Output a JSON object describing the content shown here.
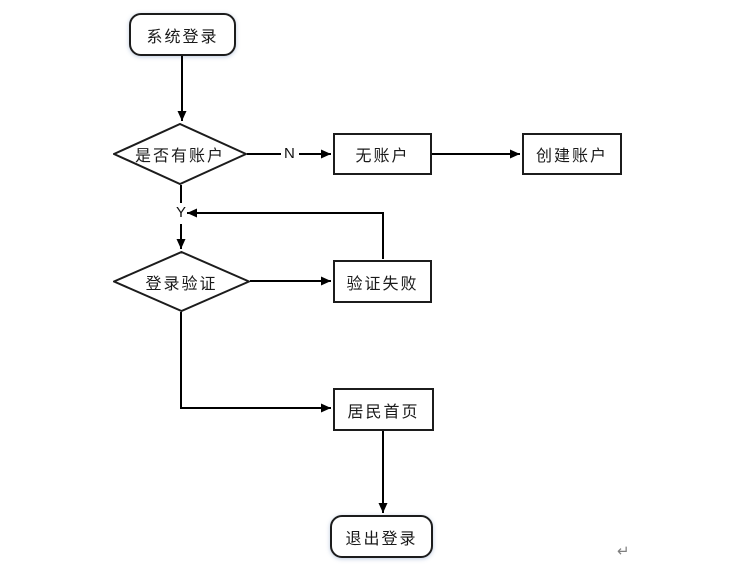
{
  "page": {
    "background": "#ffffff",
    "paragraph_mark": "↵"
  },
  "flowchart": {
    "type": "flowchart",
    "colors": {
      "stroke": "#1c1c1c",
      "line": "#000000",
      "fill": "#ffffff",
      "paragraph_mark_color": "#7f7f7f"
    },
    "nodes": [
      {
        "id": "start",
        "type": "terminator",
        "label": "系统登录"
      },
      {
        "id": "has-account",
        "type": "decision",
        "label": "是否有账户"
      },
      {
        "id": "no-account",
        "type": "process",
        "label": "无账户"
      },
      {
        "id": "create-account",
        "type": "process",
        "label": "创建账户"
      },
      {
        "id": "login-verify",
        "type": "decision",
        "label": "登录验证"
      },
      {
        "id": "verify-fail",
        "type": "process",
        "label": "验证失败"
      },
      {
        "id": "resident-home",
        "type": "process",
        "label": "居民首页"
      },
      {
        "id": "logout",
        "type": "terminator",
        "label": "退出登录"
      }
    ],
    "edges": [
      {
        "from": "start",
        "to": "has-account",
        "label": ""
      },
      {
        "from": "has-account",
        "to": "no-account",
        "label": "N"
      },
      {
        "from": "no-account",
        "to": "create-account",
        "label": ""
      },
      {
        "from": "has-account",
        "to": "login-verify",
        "label": "Y"
      },
      {
        "from": "verify-fail",
        "to": "has-account-yes-junction",
        "label": ""
      },
      {
        "from": "login-verify",
        "to": "verify-fail",
        "label": ""
      },
      {
        "from": "login-verify",
        "to": "resident-home",
        "label": ""
      },
      {
        "from": "resident-home",
        "to": "logout",
        "label": ""
      }
    ],
    "edge_labels": {
      "no": "N",
      "yes": "Y"
    }
  }
}
